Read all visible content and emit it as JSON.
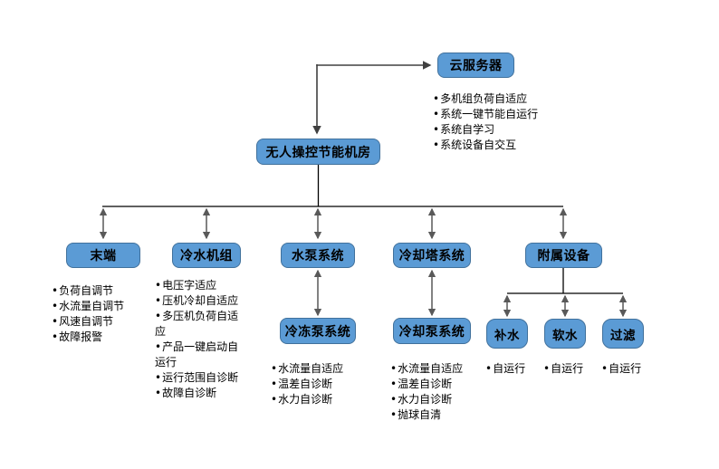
{
  "colors": {
    "node_fill": "#5b9bd5",
    "node_border": "#41719c",
    "connector_line": "#000000",
    "arrow_gray": "#595959",
    "elbow_connector": "#404040",
    "background": "#ffffff"
  },
  "nodes": {
    "root": {
      "label": "无人操控节能机房"
    },
    "cloud": {
      "label": "云服务器",
      "bullets": [
        "多机组负荷自适应",
        "系统一键节能自运行",
        "系统自学习",
        "系统设备自交互"
      ]
    },
    "terminal": {
      "label": "末端",
      "bullets": [
        "负荷自调节",
        "水流量自调节",
        "风速自调节",
        "故障报警"
      ]
    },
    "chiller": {
      "label": "冷水机组",
      "bullets": [
        "电压字适应",
        "压机冷却自适应",
        "多压机负荷自适应",
        "产品一键启动自运行",
        "运行范围自诊断",
        "故障自诊断"
      ]
    },
    "pump_system": {
      "label": "水泵系统"
    },
    "chilled_pump": {
      "label": "冷冻泵系统",
      "bullets": [
        "水流量自适应",
        "温差自诊断",
        "水力自诊断"
      ]
    },
    "cooling_tower": {
      "label": "冷却塔系统"
    },
    "cooling_pump": {
      "label": "冷却泵系统",
      "bullets": [
        "水流量自适应",
        "温差自诊断",
        "水力自诊断",
        "抛球自清"
      ]
    },
    "auxiliary": {
      "label": "附属设备"
    },
    "makeup_water": {
      "label": "补水",
      "bullets": [
        "自运行"
      ]
    },
    "soft_water": {
      "label": "软水",
      "bullets": [
        "自运行"
      ]
    },
    "filter": {
      "label": "过滤",
      "bullets": [
        "自运行"
      ]
    }
  }
}
